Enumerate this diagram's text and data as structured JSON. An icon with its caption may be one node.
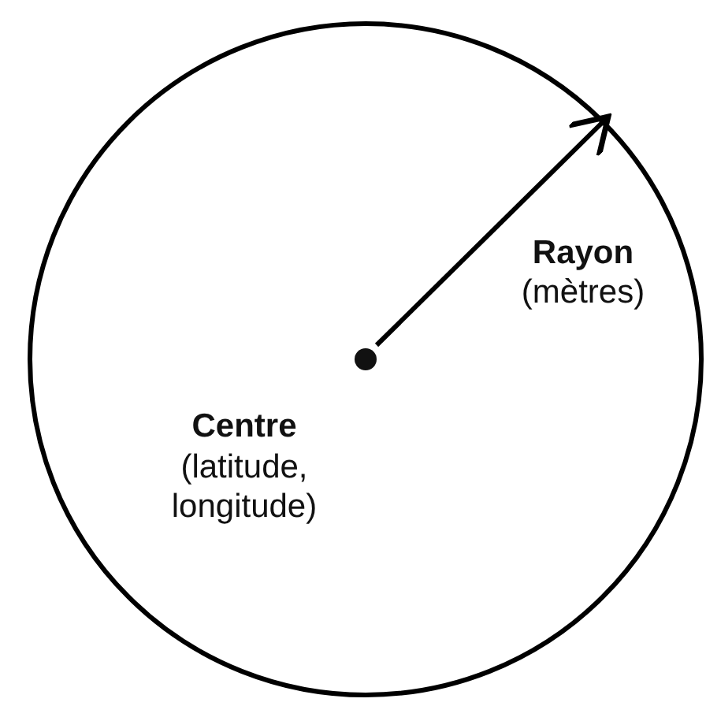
{
  "diagram": {
    "nodes": [
      {
        "text": [],
        "shape": "circle"
      },
      {
        "text": [],
        "shape": "circle",
        "in": 0,
        "beside": [
          "Centre",
          "(latitude, longitude)"
        ]
      }
    ],
    "edges": [
      {
        "from": 1,
        "to": 0,
        "arrow": "to",
        "label": "**Rayon** (mètres)"
      }
    ]
  }
}
